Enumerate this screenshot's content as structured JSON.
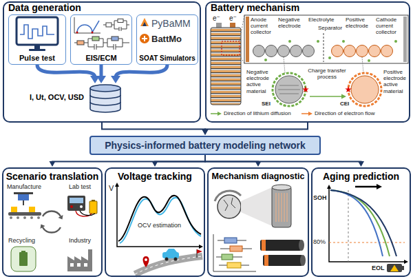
{
  "diagram": {
    "nodes": [
      {
        "text": [
          "Data generation"
        ]
      },
      {
        "text": [
          "Pulse test"
        ],
        "in": 0
      },
      {
        "text": [
          "EIS/ECM"
        ],
        "in": 0
      },
      {
        "text": [
          "PyBaMM",
          "BattMo",
          "SOAT Simulators"
        ],
        "in": 0
      },
      {
        "text": [
          "I, Ut, OCV, USD"
        ],
        "in": 0
      },
      {
        "text": [
          "Battery mechanism"
        ]
      },
      {
        "text": [
          "Physics-informed battery modeling network"
        ]
      },
      {
        "text": [
          "Scenario translation"
        ]
      },
      {
        "text": [
          "Voltage tracking"
        ]
      },
      {
        "text": [
          "Mechanism diagnostic"
        ]
      },
      {
        "text": [
          "Aging prediction"
        ]
      }
    ],
    "edges": [
      {
        "from": 1,
        "to": 4,
        "arrow": "to"
      },
      {
        "from": 2,
        "to": 4,
        "arrow": "to"
      },
      {
        "from": 3,
        "to": 4,
        "arrow": "to"
      },
      {
        "from": 0,
        "to": 6,
        "arrow": "to"
      },
      {
        "from": 5,
        "to": 6,
        "arrow": "to"
      },
      {
        "from": 6,
        "to": 7,
        "arrow": "to"
      },
      {
        "from": 6,
        "to": 8,
        "arrow": "to"
      },
      {
        "from": 6,
        "to": 9,
        "arrow": "to"
      },
      {
        "from": 6,
        "to": 10,
        "arrow": "to"
      }
    ],
    "labels": [
      "e⁻",
      "e⁻",
      "Anode current collector",
      "Negative electrode",
      "Electrolyte",
      "Separator",
      "Positive electrode",
      "Cathode current collector",
      "Negative electrode active material",
      "Charge transfer process",
      "Positive electrode active material",
      "SEI",
      "CEI",
      "Manufacture",
      "Lab test",
      "Recycling",
      "Industry",
      "V",
      "OCV estimation",
      "SOH",
      "80%",
      "EOL"
    ],
    "legend": [
      {
        "text": "Direction of lithium diffusion"
      },
      {
        "text": "Direction of electron flow"
      }
    ]
  }
}
